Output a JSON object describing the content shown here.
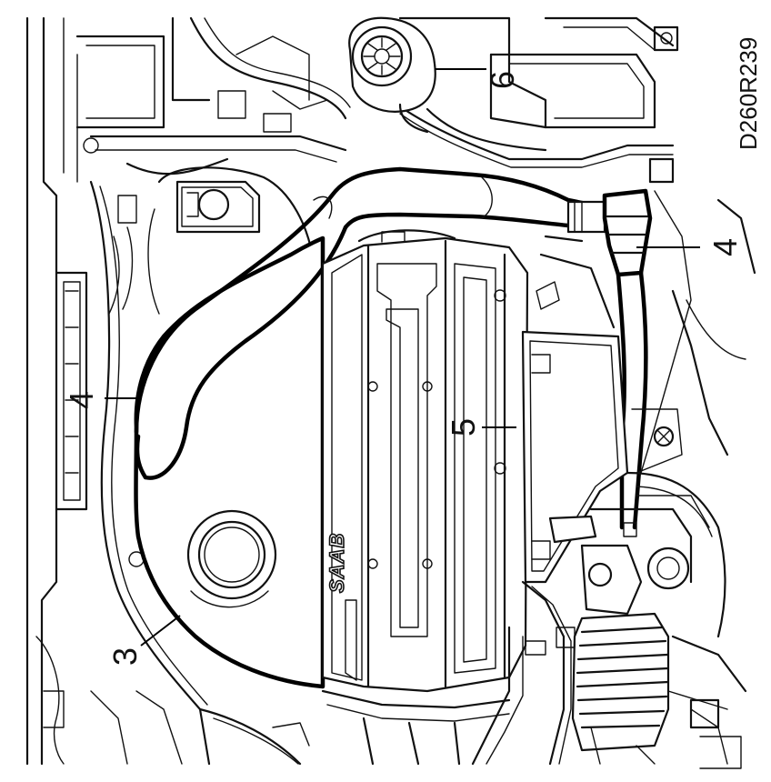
{
  "figure_ref": "D260R239",
  "logo": "SAAB",
  "callouts": [
    {
      "id": "c3",
      "label": "3"
    },
    {
      "id": "c4a",
      "label": "4"
    },
    {
      "id": "c4b",
      "label": "4"
    },
    {
      "id": "c5",
      "label": "5"
    },
    {
      "id": "c6",
      "label": "6"
    }
  ]
}
